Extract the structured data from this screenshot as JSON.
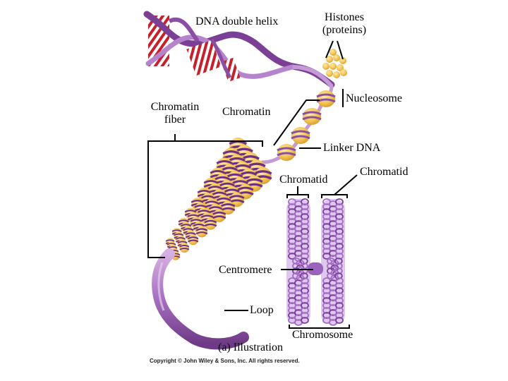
{
  "labels": {
    "dna_double_helix": "DNA double helix",
    "histones_line1": "Histones",
    "histones_line2": "(proteins)",
    "nucleosome": "Nucleosome",
    "chromatin_fiber_line1": "Chromatin",
    "chromatin_fiber_line2": "fiber",
    "chromatin": "Chromatin",
    "linker_dna": "Linker DNA",
    "chromatid_left": "Chromatid",
    "chromatid_right": "Chromatid",
    "centromere": "Centromere",
    "loop": "Loop",
    "chromosome": "Chromosome",
    "caption": "(a) Illustration"
  },
  "copyright": "Copyright © John Wiley & Sons, Inc. All rights reserved.",
  "colors": {
    "dna_purple": "#8a4fa3",
    "dna_light": "#c79ad6",
    "dna_red": "#c8202a",
    "histone_yellow": "#f2c454",
    "histone_dark": "#e0a530",
    "chromosome_purple": "#b07ad0"
  }
}
